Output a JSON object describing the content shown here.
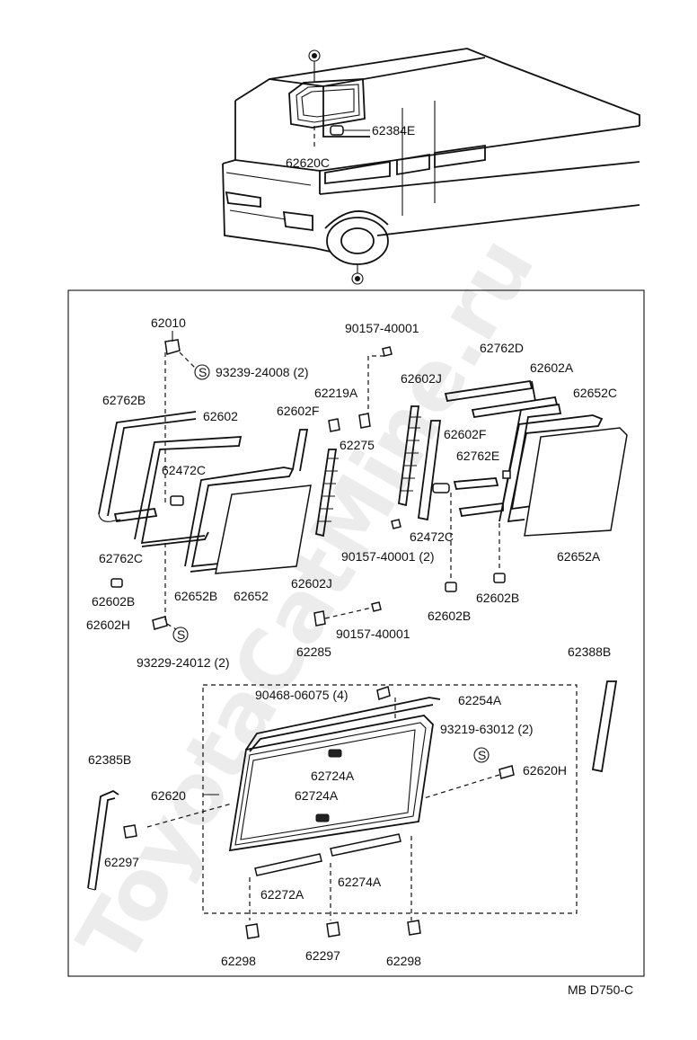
{
  "diagram": {
    "code": "MB D750-C",
    "watermark": "ToyotaCatMine.ru"
  },
  "labels": {
    "p62384E": "62384E",
    "p62620C": "62620C",
    "p62010": "62010",
    "p90157_40001_top": "90157-40001",
    "p62762D": "62762D",
    "p93239_24008": "93239-24008 (2)",
    "p62602J_top": "62602J",
    "p62602A": "62602A",
    "p62219A": "62219A",
    "p62652C": "62652C",
    "p62762B": "62762B",
    "p62602": "62602",
    "p62602F_left": "62602F",
    "p62602F_right": "62602F",
    "p62275": "62275",
    "p62472C_left": "62472C",
    "p62762E": "62762E",
    "p62762C": "62762C",
    "p90157_40001_mid": "90157-40001 (2)",
    "p62472C_right": "62472C",
    "p62652A": "62652A",
    "p62652B": "62652B",
    "p62652": "62652",
    "p62602J_bottom": "62602J",
    "p62602B_1": "62602B",
    "p62602B_2": "62602B",
    "p62602B_3": "62602B",
    "p62602H": "62602H",
    "p90157_40001_low": "90157-40001",
    "p93229_24012": "93229-24012 (2)",
    "p62285": "62285",
    "p62388B": "62388B",
    "p90468_06075": "90468-06075 (4)",
    "p62254A": "62254A",
    "p93219_63012": "93219-63012 (2)",
    "p62385B": "62385B",
    "p62724A_1": "62724A",
    "p62620H": "62620H",
    "p62620": "62620",
    "p62724A_2": "62724A",
    "p62297_left": "62297",
    "p62272A": "62272A",
    "p62274A": "62274A",
    "p62298_left": "62298",
    "p62297_bottom": "62297",
    "p62298_right": "62298",
    "s_symbol": "S"
  }
}
